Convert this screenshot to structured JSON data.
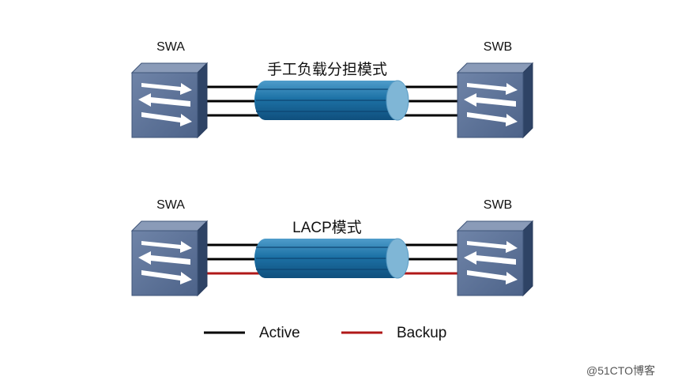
{
  "sections": [
    {
      "title": "手工负载分担模式",
      "left_switch": "SWA",
      "right_switch": "SWB",
      "links": [
        "active",
        "active",
        "active"
      ]
    },
    {
      "title": "LACP模式",
      "left_switch": "SWA",
      "right_switch": "SWB",
      "links": [
        "active",
        "active",
        "backup"
      ]
    }
  ],
  "legend": {
    "active_label": "Active",
    "backup_label": "Backup"
  },
  "colors": {
    "active": "#000000",
    "backup": "#b01818",
    "bundle": "#1d72a6",
    "bundle_end": "#7fb6d6",
    "switch_front": "#5c7296",
    "switch_top": "#8799b7",
    "switch_side": "#2f4466"
  },
  "icons": [
    "switch-icon",
    "link-bundle-icon"
  ],
  "watermark": "@51CTO博客"
}
